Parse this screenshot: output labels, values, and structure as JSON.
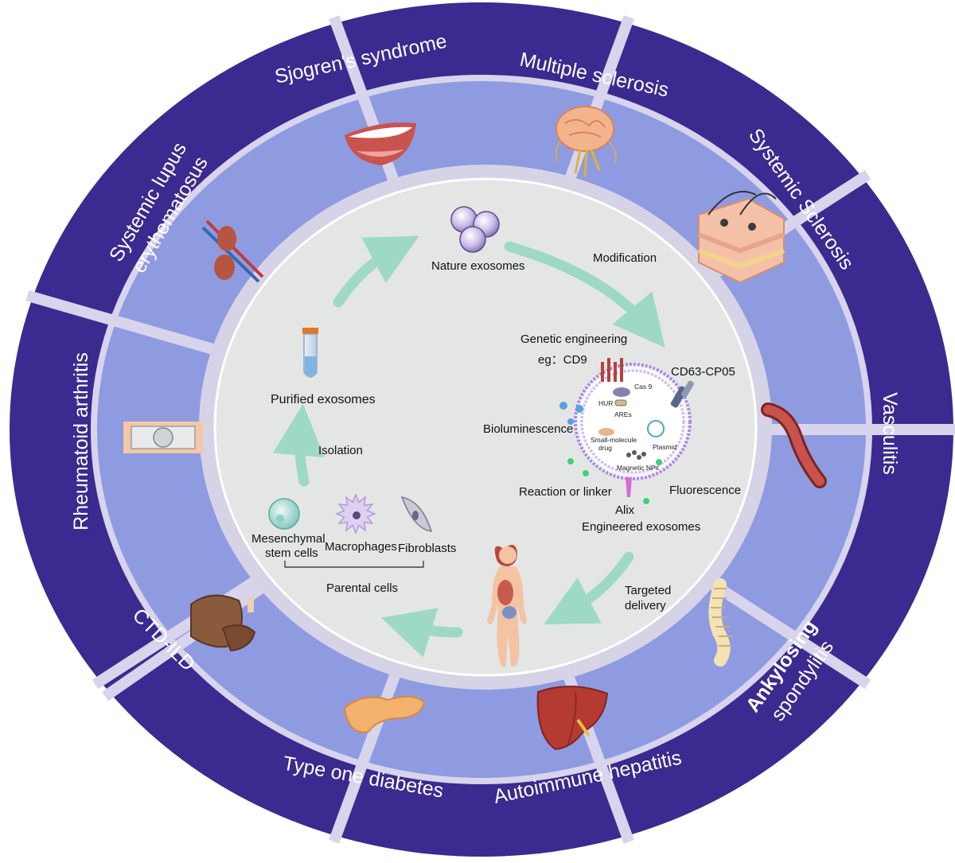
{
  "colors": {
    "outer_ring": "#3b2a8f",
    "middle_ring": "#8f9be0",
    "divider": "#d7d4ec",
    "inner_ring": "#d6d3e6",
    "center": "#e4e6e6",
    "arrow": "#9ed9c4",
    "membrane": "#a78be0"
  },
  "diseases": [
    {
      "label": "Sjogren's syndrome",
      "icon": "mouth-icon"
    },
    {
      "label": "Multiple sclerosis",
      "icon": "brain-icon"
    },
    {
      "label": "Systemic Sclerosis",
      "icon": "skin-icon"
    },
    {
      "label": "Vasculitis",
      "icon": "blood-vessel-icon"
    },
    {
      "label_bold": "Ankylosing",
      "label": "spondylitis",
      "icon": "spine-icon"
    },
    {
      "label": "Autoimmune hepatitis",
      "icon": "liver-icon"
    },
    {
      "label": "Type one diabetes",
      "icon": "pancreas-icon"
    },
    {
      "label": "CTD-ILD",
      "icon": "lung-icon"
    },
    {
      "label": "Rheumatoid  arthritis",
      "icon": "joint-icon"
    },
    {
      "line1": "Systemic lupus",
      "line2": "erythematosus",
      "icon": "kidney-icon"
    }
  ],
  "cycle": {
    "nature_exosomes": "Nature exosomes",
    "modification": "Modification",
    "genetic_engineering": "Genetic engineering",
    "eg_cd9": "eg：CD9",
    "cd63": "CD63-CP05",
    "cas9": "Cas 9",
    "hur": "HUR",
    "ares": "AREs",
    "bioluminescence": "Bioluminescence",
    "small_molecule_1": "Small-molecule",
    "small_molecule_2": "drug",
    "plasmid": "Plasmid",
    "magnetic_nps": "Magnetic NPs",
    "reaction_linker": "Reaction or linker",
    "fluorescence": "Fluorescence",
    "alix": "Alix",
    "engineered_exosomes": "Engineered exosomes",
    "targeted_1": "Targeted",
    "targeted_2": "delivery",
    "purified_exosomes": "Purified exosomes",
    "isolation": "Isolation",
    "msc_1": "Mesenchymal",
    "msc_2": "stem cells",
    "macrophages": "Macrophages",
    "fibroblasts": "Fibroblasts",
    "parental_cells": "Parental cells"
  }
}
